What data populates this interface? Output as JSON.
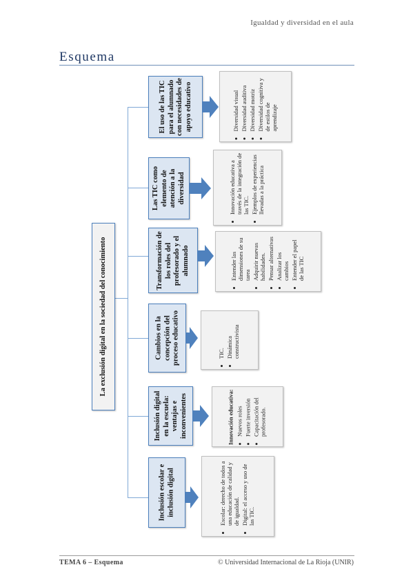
{
  "header": "Igualdad y diversidad en el aula",
  "title": "Esquema",
  "main_concept": "La exclusión digital en la sociedad del conocimiento",
  "branches": [
    {
      "label": "El uso de las TIC para el alumnado con necesidades de apoyo educativo",
      "items": [
        "Diversidad visual",
        "Diversidad auditiva",
        "Diversidad motriz",
        "Diversidad cognitiva y de estilos de aprendizaje"
      ]
    },
    {
      "label": "Las TIC como elemento de atención a la diversidad",
      "items": [
        "Innovación educativa a través de la integración de las TIC.",
        "Ejemplos de experiencias llevadas a la práctica"
      ]
    },
    {
      "label": "Transformación de los roles del profesorado y el alumnado",
      "items": [
        "Entender las dimensiones de su tarea",
        "Adquirir nuevas habilidades.",
        "Pensar alternativas",
        "Analizar los cambios",
        "Entender el papel de las TIC"
      ]
    },
    {
      "label": "Cambios en la concepción del proceso educativo",
      "items": [
        "TIC.",
        "Dinámica constructivista"
      ]
    },
    {
      "label": "Inclusión digital en la escuela: ventajas e inconvenientes",
      "heading": "Innovación educativa:",
      "items": [
        "Nuevos roles",
        "Fuerte inversión",
        "Capacitación del profesorado."
      ]
    },
    {
      "label": "Inclusión escolar e inclusión digital",
      "items": [
        "Escolar: derecho de todos a una educación de calidad y de igualdad.",
        "Digital: el acceso y uso de las TIC."
      ]
    }
  ],
  "footer": {
    "left": "TEMA 6 – Esquema",
    "right": "© Universidad Internacional de La Rioja (UNIR)"
  }
}
